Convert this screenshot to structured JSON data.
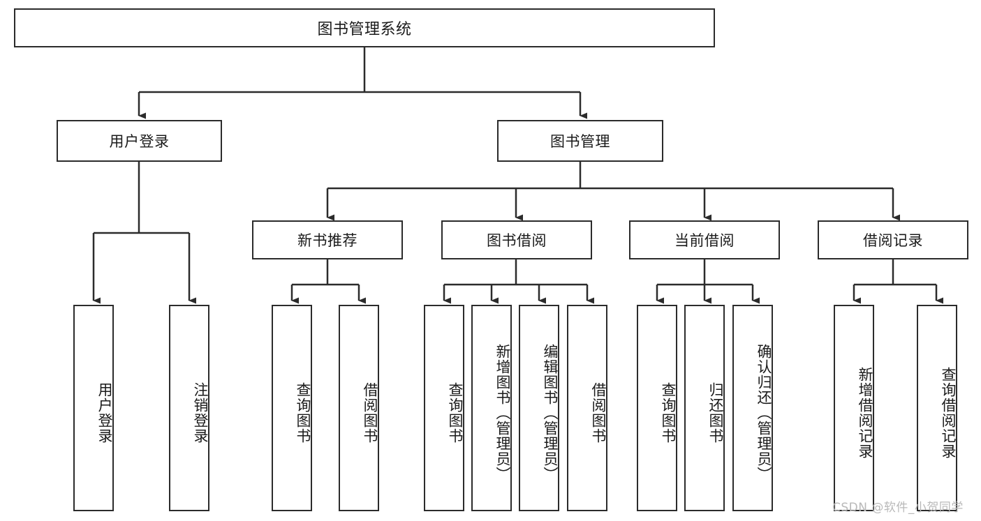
{
  "diagram": {
    "title": "图书管理系统",
    "type": "tree-hierarchy-functional-structure",
    "watermark": "CSDN @软件_小贺同学",
    "colors": {
      "stroke": "#2b2b2b",
      "fill": "#ffffff",
      "text": "#1a1a1a",
      "watermark": "#b9b9b9",
      "background": "#ffffff"
    },
    "root": {
      "label": "图书管理系统"
    },
    "level2": [
      {
        "id": "user-login",
        "label": "用户登录"
      },
      {
        "id": "book-manage",
        "label": "图书管理"
      }
    ],
    "level3": [
      {
        "id": "new-book-recommend",
        "label": "新书推荐",
        "parent": "book-manage"
      },
      {
        "id": "book-borrow",
        "label": "图书借阅",
        "parent": "book-manage"
      },
      {
        "id": "current-borrow",
        "label": "当前借阅",
        "parent": "book-manage"
      },
      {
        "id": "borrow-record",
        "label": "借阅记录",
        "parent": "book-manage"
      }
    ],
    "leaves": {
      "user-login": [
        {
          "id": "leaf-user-login",
          "label": "用户登录"
        },
        {
          "id": "leaf-logout",
          "label": "注销登录"
        }
      ],
      "new-book-recommend": [
        {
          "id": "leaf-query-book-1",
          "label": "查询图书"
        },
        {
          "id": "leaf-borrow-book-1",
          "label": "借阅图书"
        }
      ],
      "book-borrow": [
        {
          "id": "leaf-query-book-2",
          "label": "查询图书"
        },
        {
          "id": "leaf-add-book",
          "label": "新增图书（管理员）"
        },
        {
          "id": "leaf-edit-book",
          "label": "编辑图书（管理员）"
        },
        {
          "id": "leaf-borrow-book-2",
          "label": "借阅图书"
        }
      ],
      "current-borrow": [
        {
          "id": "leaf-query-book-3",
          "label": "查询图书"
        },
        {
          "id": "leaf-return-book",
          "label": "归还图书"
        },
        {
          "id": "leaf-confirm-return",
          "label": "确认归还（管理员）"
        }
      ],
      "borrow-record": [
        {
          "id": "leaf-add-record",
          "label": "新增借阅记录"
        },
        {
          "id": "leaf-query-record",
          "label": "查询借阅记录"
        }
      ]
    }
  }
}
